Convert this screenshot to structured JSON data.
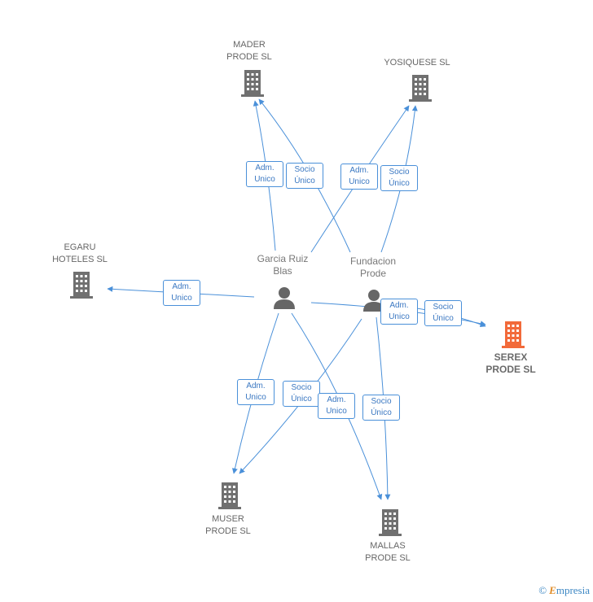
{
  "colors": {
    "edge": "#4a90d9",
    "building": "#707070",
    "building_highlight": "#f26a3a",
    "person": "#666666"
  },
  "companies": {
    "mader": {
      "line1": "MADER",
      "line2": "PRODE SL"
    },
    "yosiquese": {
      "line1": "YOSIQUESE SL",
      "line2": ""
    },
    "egaru": {
      "line1": "EGARU",
      "line2": "HOTELES SL"
    },
    "serex": {
      "line1": "SEREX",
      "line2": "PRODE SL"
    },
    "muser": {
      "line1": "MUSER",
      "line2": "PRODE SL"
    },
    "mallas": {
      "line1": "MALLAS",
      "line2": "PRODE SL"
    }
  },
  "persons": {
    "garcia": {
      "line1": "Garcia Ruiz",
      "line2": "Blas"
    },
    "fundacion": {
      "line1": "Fundacion",
      "line2": "Prode"
    }
  },
  "edge_labels": {
    "garcia_mader": {
      "line1": "Adm.",
      "line2": "Unico"
    },
    "fundacion_mader": {
      "line1": "Socio",
      "line2": "Único"
    },
    "garcia_yosiquese": {
      "line1": "Adm.",
      "line2": "Unico"
    },
    "fundacion_yosiquese": {
      "line1": "Socio",
      "line2": "Único"
    },
    "garcia_egaru": {
      "line1": "Adm.",
      "line2": "Unico"
    },
    "garcia_serex": {
      "line1": "Adm.",
      "line2": "Unico"
    },
    "fundacion_serex": {
      "line1": "Socio",
      "line2": "Único"
    },
    "garcia_muser": {
      "line1": "Adm.",
      "line2": "Unico"
    },
    "fundacion_muser": {
      "line1": "Socio",
      "line2": "Único"
    },
    "garcia_mallas": {
      "line1": "Adm.",
      "line2": "Unico"
    },
    "fundacion_mallas": {
      "line1": "Socio",
      "line2": "Único"
    }
  },
  "brand": {
    "copyright": "©",
    "e": "E",
    "rest": "mpresia"
  }
}
